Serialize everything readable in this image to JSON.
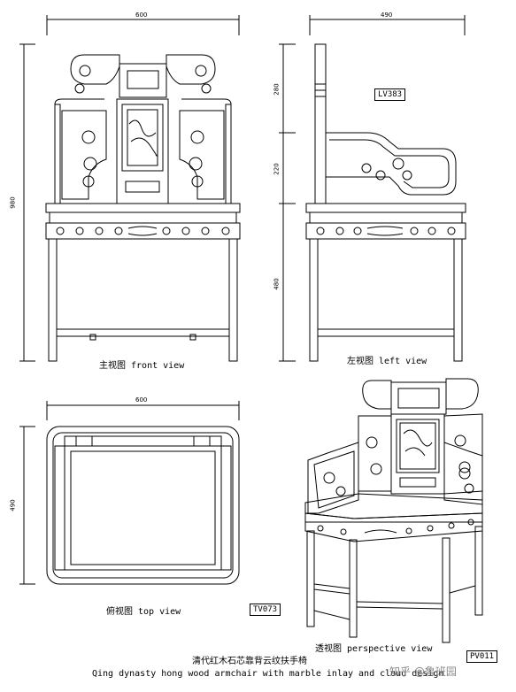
{
  "dimensions": {
    "front_width": "600",
    "left_depth": "490",
    "front_height": "980",
    "left_h1": "280",
    "left_h2": "220",
    "left_h3": "480",
    "top_width": "600",
    "top_depth": "490"
  },
  "labels": {
    "front": "主视图  front view",
    "left": "左视图  left view",
    "top": "俯视图  top view",
    "perspective": "透视图 perspective view"
  },
  "codes": {
    "left": "LV383",
    "top": "TV073",
    "perspective": "PV011"
  },
  "caption": {
    "chinese": "清代红木石芯靠背云纹扶手椅",
    "english": "Qing dynasty hong wood armchair with marble inlay and cloud design"
  },
  "watermark": "知乎 @鲁班园"
}
